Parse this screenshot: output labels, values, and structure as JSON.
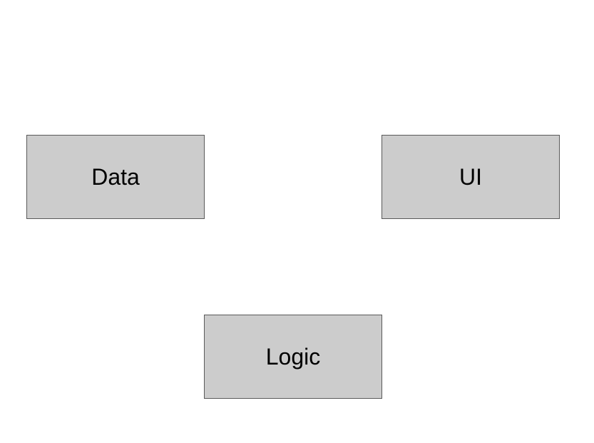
{
  "diagram": {
    "nodes": [
      {
        "id": "data",
        "label": "Data"
      },
      {
        "id": "ui",
        "label": "UI"
      },
      {
        "id": "logic",
        "label": "Logic"
      }
    ],
    "colors": {
      "background": "#ffffff",
      "box_fill": "#cccccc",
      "box_border": "#595959",
      "text": "#000000"
    }
  }
}
